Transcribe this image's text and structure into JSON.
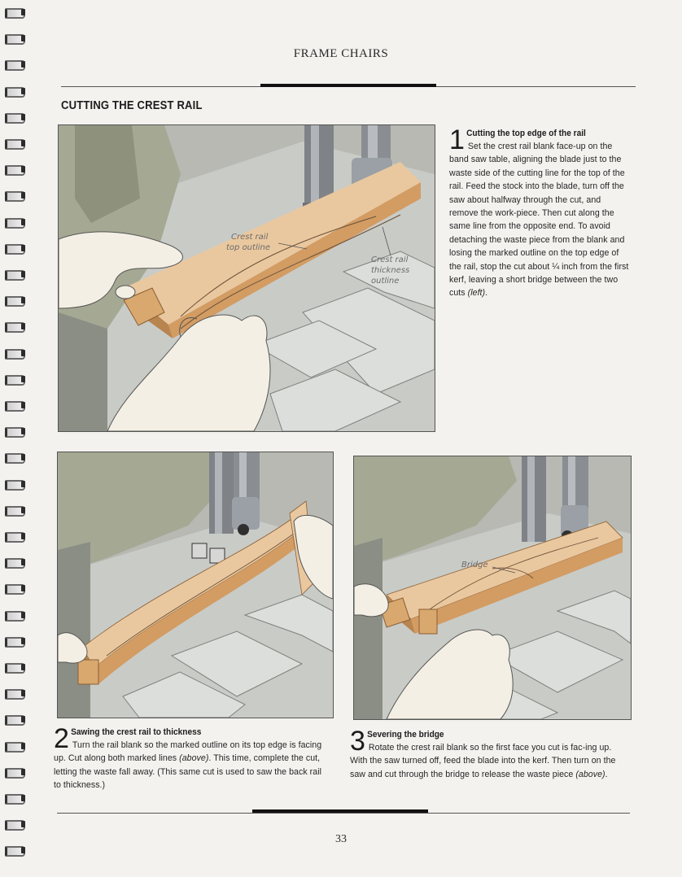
{
  "header": {
    "running_head": "FRAME CHAIRS"
  },
  "section": {
    "title": "CUTTING THE CREST RAIL"
  },
  "figure1": {
    "labels": {
      "top_outline_line1": "Crest rail",
      "top_outline_line2": "top outline",
      "thickness_line1": "Crest rail",
      "thickness_line2": "thickness",
      "thickness_line3": "outline"
    }
  },
  "figure3": {
    "labels": {
      "bridge": "Bridge"
    }
  },
  "steps": [
    {
      "number": "1",
      "heading": "Cutting the top edge of the rail",
      "text_a": "Set the crest rail blank face-up on the band saw table, aligning the blade just to the waste side of the cutting line for the top of the rail. Feed the stock into the blade, turn off the saw about halfway through the cut, and remove the work-piece. Then cut along the same line from the opposite end. To avoid detaching the waste piece from the blank and losing the marked outline on the top edge of the rail, stop the cut about ¼ inch from the first kerf, leaving a short bridge between the two cuts",
      "ref": "(left)",
      "text_b": "."
    },
    {
      "number": "2",
      "heading": "Sawing the crest rail to thickness",
      "text_a": "Turn the rail blank so the marked outline on its top edge is facing up. Cut along both marked lines",
      "ref": "(above)",
      "text_b": ". This time, complete the cut, letting the waste fall away. (This same cut is used to saw the back rail to thickness.)"
    },
    {
      "number": "3",
      "heading": "Severing the bridge",
      "text_a": "Rotate the crest rail blank so the first face you cut is fac-ing up. With the saw turned off, feed the blade into the kerf. Then turn on the saw and cut through the bridge to release the waste piece",
      "ref": "(above)",
      "text_b": "."
    }
  ],
  "footer": {
    "page_number": "33"
  },
  "colors": {
    "wood": "#e8c49a",
    "wood_dark": "#d19b62",
    "machine_green": "#a9ad97",
    "steel": "#8c9095",
    "skin": "#f3eee3"
  }
}
